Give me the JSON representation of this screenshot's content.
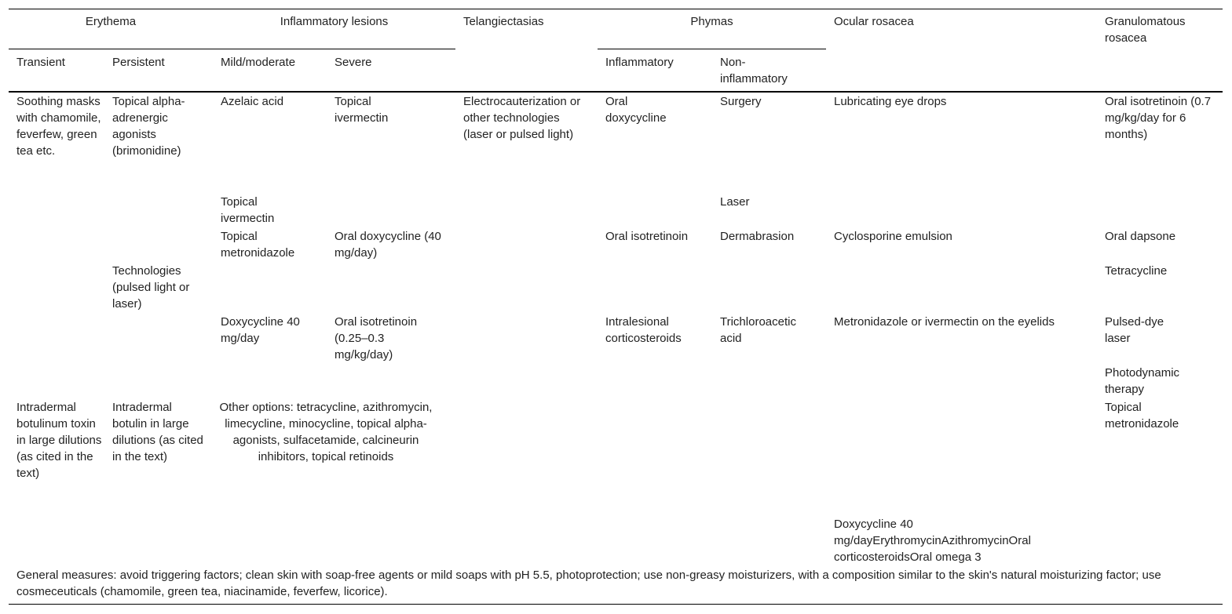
{
  "header": {
    "erythema": "Erythema",
    "inflammatory_lesions": "Inflammatory lesions",
    "telangiectasias": "Telangiectasias",
    "phymas": "Phymas",
    "ocular_rosacea": "Ocular rosacea",
    "granulomatous_rosacea": "Granulomatous rosacea",
    "transient": "Transient",
    "persistent": "Persistent",
    "mild_moderate": "Mild/moderate",
    "severe": "Severe",
    "inflammatory": "Inflammatory",
    "non_inflammatory": "Non-inflammatory"
  },
  "body": {
    "transient_1": "Soothing masks with chamomile, feverfew, green tea etc.",
    "persistent_1": "Topical alpha-adrenergic agonists (brimonidine)",
    "mild_1": "Azelaic acid",
    "severe_1": "Topical ivermectin",
    "telangiectasias_1": "Electrocauterization or other technologies (laser or pulsed light)",
    "inflammatory_1": "Oral doxycycline",
    "noninflammatory_1": "Surgery",
    "ocular_1": "Lubricating eye drops",
    "granulomatous_1": "Oral isotretinoin (0.7 mg/kg/day for 6 months)",
    "mild_2": "Topical ivermectin",
    "noninflammatory_2": "Laser",
    "mild_3": "Topical metronidazole",
    "severe_3": "Oral doxycycline (40 mg/day)",
    "inflammatory_3": "Oral isotretinoin",
    "noninflammatory_3": "Dermabrasion",
    "ocular_3": "Cyclosporine emulsion",
    "granulomatous_3": "Oral dapsone",
    "persistent_4": "Technologies (pulsed light or laser)",
    "granulomatous_4": "Tetracycline",
    "mild_5": "Doxycycline 40 mg/day",
    "severe_5": "Oral isotretinoin (0.25–0.3 mg/kg/day)",
    "inflammatory_5": "Intralesional corticosteroids",
    "noninflammatory_5": "Trichloroacetic acid",
    "ocular_5": "Metronidazole or ivermectin on the eyelids",
    "granulomatous_5": "Pulsed-dye laser",
    "granulomatous_6": "Photodynamic therapy",
    "transient_7": "Intradermal botulinum toxin in large dilutions (as cited in the text)",
    "persistent_7": "Intradermal botulin in large dilutions (as cited in the text)",
    "other_options": "Other options: tetracycline, azithromycin, limecycline, minocycline, topical alpha-agonists, sulfacetamide, calcineurin inhibitors, topical retinoids",
    "granulomatous_7": "Topical metronidazole",
    "ocular_8": "Doxycycline 40 mg/dayErythromycinAzithromycinOral corticosteroidsOral omega 3"
  },
  "footer": {
    "general_measures": "General measures: avoid triggering factors; clean skin with soap-free agents or mild soaps with pH 5.5, photoprotection; use non-greasy moisturizers, with a composition similar to the skin's natural moisturizing factor; use cosmeceuticals (chamomile, green tea, niacinamide, feverfew, licorice)."
  }
}
